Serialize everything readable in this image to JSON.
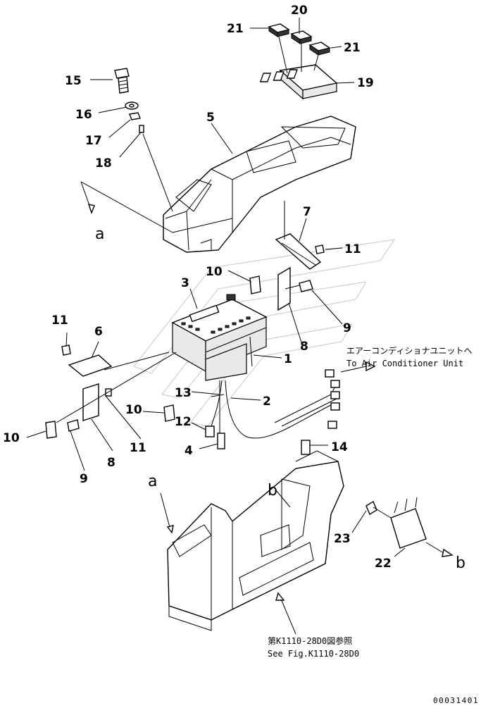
{
  "callouts": {
    "n1": "1",
    "n2": "2",
    "n3": "3",
    "n4": "4",
    "n5": "5",
    "n6": "6",
    "n7": "7",
    "n8a": "8",
    "n8b": "8",
    "n9a": "9",
    "n9b": "9",
    "n10a": "10",
    "n10b": "10",
    "n10c": "10",
    "n11a": "11",
    "n11b": "11",
    "n11c": "11",
    "n12": "12",
    "n13": "13",
    "n14": "14",
    "n15": "15",
    "n16": "16",
    "n17": "17",
    "n18": "18",
    "n19": "19",
    "n20": "20",
    "n21a": "21",
    "n21b": "21",
    "n22": "22",
    "n23": "23"
  },
  "view_refs": {
    "a_top": "a",
    "a_bottom": "a",
    "b_left": "b",
    "b_right": "b"
  },
  "notes": {
    "aircon_jp": "エアーコンディショナユニットへ",
    "aircon_en": "To Air Conditioner Unit",
    "ref_jp": "第K1110-28D0図参照",
    "ref_en": "See Fig.K1110-28D0"
  },
  "drawing_code": "00031401"
}
